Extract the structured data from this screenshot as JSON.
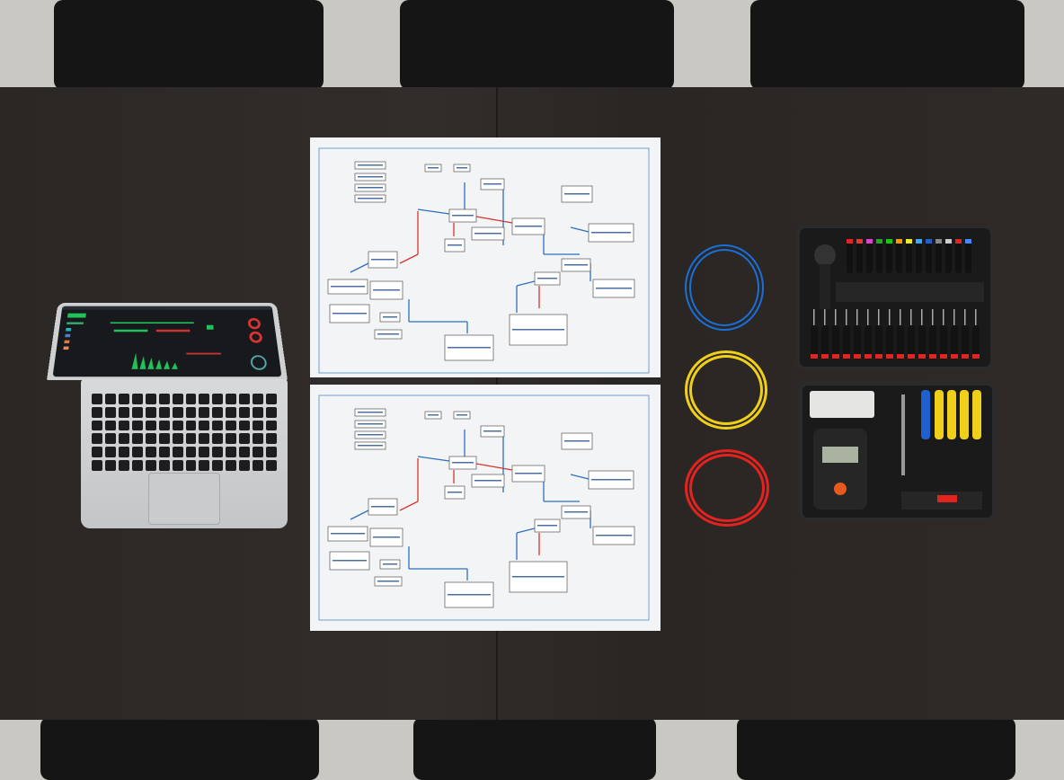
{
  "scene": {
    "description_labels": [],
    "colors": {
      "table": "#2d2826",
      "floor": "#c9c8c3",
      "cable_blue": "#1a6fd8",
      "cable_yellow": "#f0cf1a",
      "cable_red": "#e3231f",
      "diagram_line_blue": "#2d6fbf",
      "diagram_line_red": "#d8342c",
      "screen_green": "#21c25a"
    },
    "objects": [
      "laptop-icon",
      "network-diagram-sheet",
      "network-diagram-sheet",
      "ethernet-cable-blue",
      "ethernet-cable-yellow",
      "ethernet-cable-red",
      "screwdriver-case",
      "multimeter-tool-case"
    ]
  }
}
